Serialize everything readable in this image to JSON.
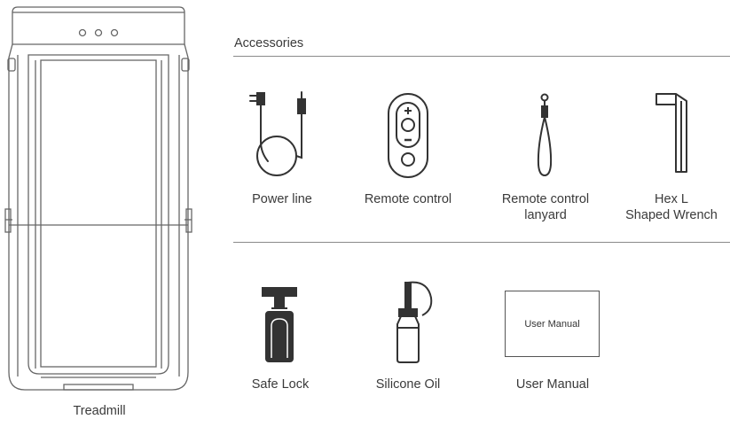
{
  "treadmill": {
    "label": "Treadmill",
    "icon": "treadmill-icon"
  },
  "accessories": {
    "title": "Accessories",
    "row1": [
      {
        "label": "Power line",
        "icon": "power-cable-icon"
      },
      {
        "label": "Remote control",
        "icon": "remote-control-icon"
      },
      {
        "label_line1": "Remote control",
        "label_line2": "lanyard",
        "icon": "lanyard-icon"
      },
      {
        "label_line1": "Hex L",
        "label_line2": "Shaped Wrench",
        "icon": "hex-wrench-icon"
      }
    ],
    "row2": [
      {
        "label": "Safe Lock",
        "icon": "safe-lock-icon"
      },
      {
        "label": "Silicone Oil",
        "icon": "silicone-oil-icon"
      },
      {
        "label": "User Manual",
        "icon": "user-manual-icon",
        "cover_text": "User Manual"
      }
    ]
  },
  "colors": {
    "line": "#333333",
    "rule": "#8a8a8a",
    "text": "#3a3a3a"
  }
}
